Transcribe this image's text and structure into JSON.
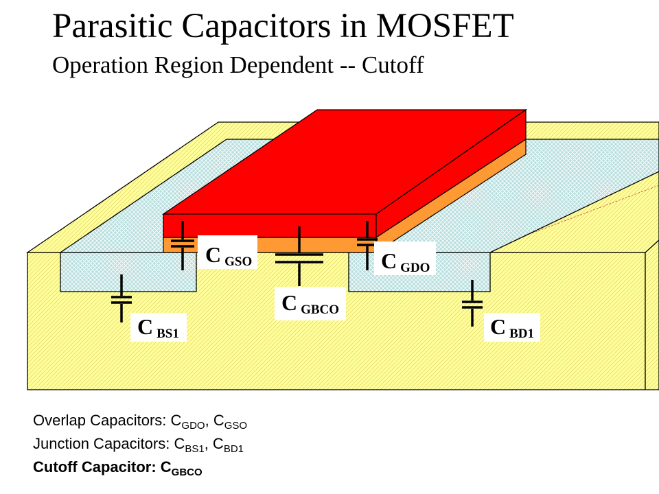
{
  "slide": {
    "title": "Parasitic Capacitors in MOSFET",
    "subtitle": "Operation Region Dependent  -- Cutoff"
  },
  "capacitors": {
    "cgso": {
      "main": "C",
      "sub": "GSO"
    },
    "cgdo": {
      "main": "C",
      "sub": "GDO"
    },
    "cgbco": {
      "main": "C",
      "sub": "GBCO"
    },
    "cbs1": {
      "main": "C",
      "sub": "BS1"
    },
    "cbd1": {
      "main": "C",
      "sub": "BD1"
    }
  },
  "notes": {
    "overlap": {
      "label": "Overlap Capacitors:  ",
      "c1": "C",
      "s1": "GDO",
      "sep": ", ",
      "c2": "C",
      "s2": "GSO"
    },
    "junction": {
      "label": "Junction Capacitors: ",
      "c1": "C",
      "s1": "BS1",
      "sep": ", ",
      "c2": "C",
      "s2": "BD1"
    },
    "cutoff": {
      "label": "Cutoff Capacitor: ",
      "c1": "C",
      "s1": "GBCO"
    }
  },
  "colors": {
    "substrate": "#ffff99",
    "diffusion": "#b8dede",
    "gate": "#ff0000",
    "oxide": "#ff9933"
  }
}
